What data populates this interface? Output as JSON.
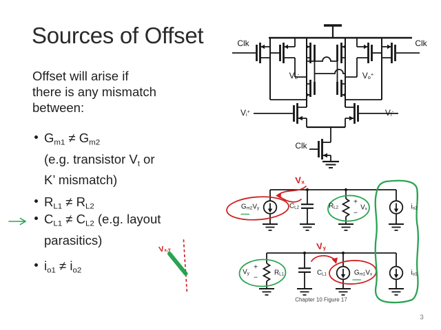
{
  "slide": {
    "title": "Sources of Offset",
    "page_number": "3",
    "intro_lines": [
      "Offset will arise if",
      "there is any mismatch",
      "between:"
    ],
    "bullets": [
      {
        "lines": [
          "G_{m1} ≠ G_{m2}",
          "(e.g. transistor V_{t} or",
          "K’ mismatch)"
        ]
      },
      {
        "lines": [
          "R_{L1} ≠ R_{L2}"
        ]
      },
      {
        "lines": [
          "C_{L1} ≠ C_{L2} (e.g. layout",
          "parasitics)"
        ]
      },
      {
        "lines": [
          "i_{o1} ≠ i_{o2}"
        ]
      }
    ]
  },
  "latch": {
    "clk_left": "Clk",
    "clk_right": "Clk",
    "clk_tail": "Clk",
    "v_out_minus": "V_{o}^{-}",
    "v_out_plus": "V_{o}^{+}",
    "v_in_plus": "V_{i}^{+}",
    "v_in_minus": "V_{i}^{-}"
  },
  "model_top": {
    "gm_source": "G_{m2}V_{y}",
    "cap": "C_{L2}",
    "res": "R_{L2}",
    "plus": "+",
    "minus": "−",
    "v_node": "V_{x}",
    "i_source": "i_{o2}",
    "hand_node_label": "V_{x}"
  },
  "model_bottom": {
    "v_source": "V_{y}",
    "plus": "+",
    "minus": "−",
    "res": "R_{L1}",
    "cap": "C_{L1}",
    "gm_source": "G_{m1}V_{x}",
    "i_source": "i_{o1}",
    "hand_node_label": "V_{y}",
    "caption": "Chapter 10 Figure 17"
  },
  "annotations": {
    "hand_label": "V_{x,y}"
  },
  "colors": {
    "ink": "#161616",
    "red": "#cf2020",
    "green": "#2aa351",
    "text": "#1e1e1e",
    "page_number": "#7d7d7d"
  }
}
